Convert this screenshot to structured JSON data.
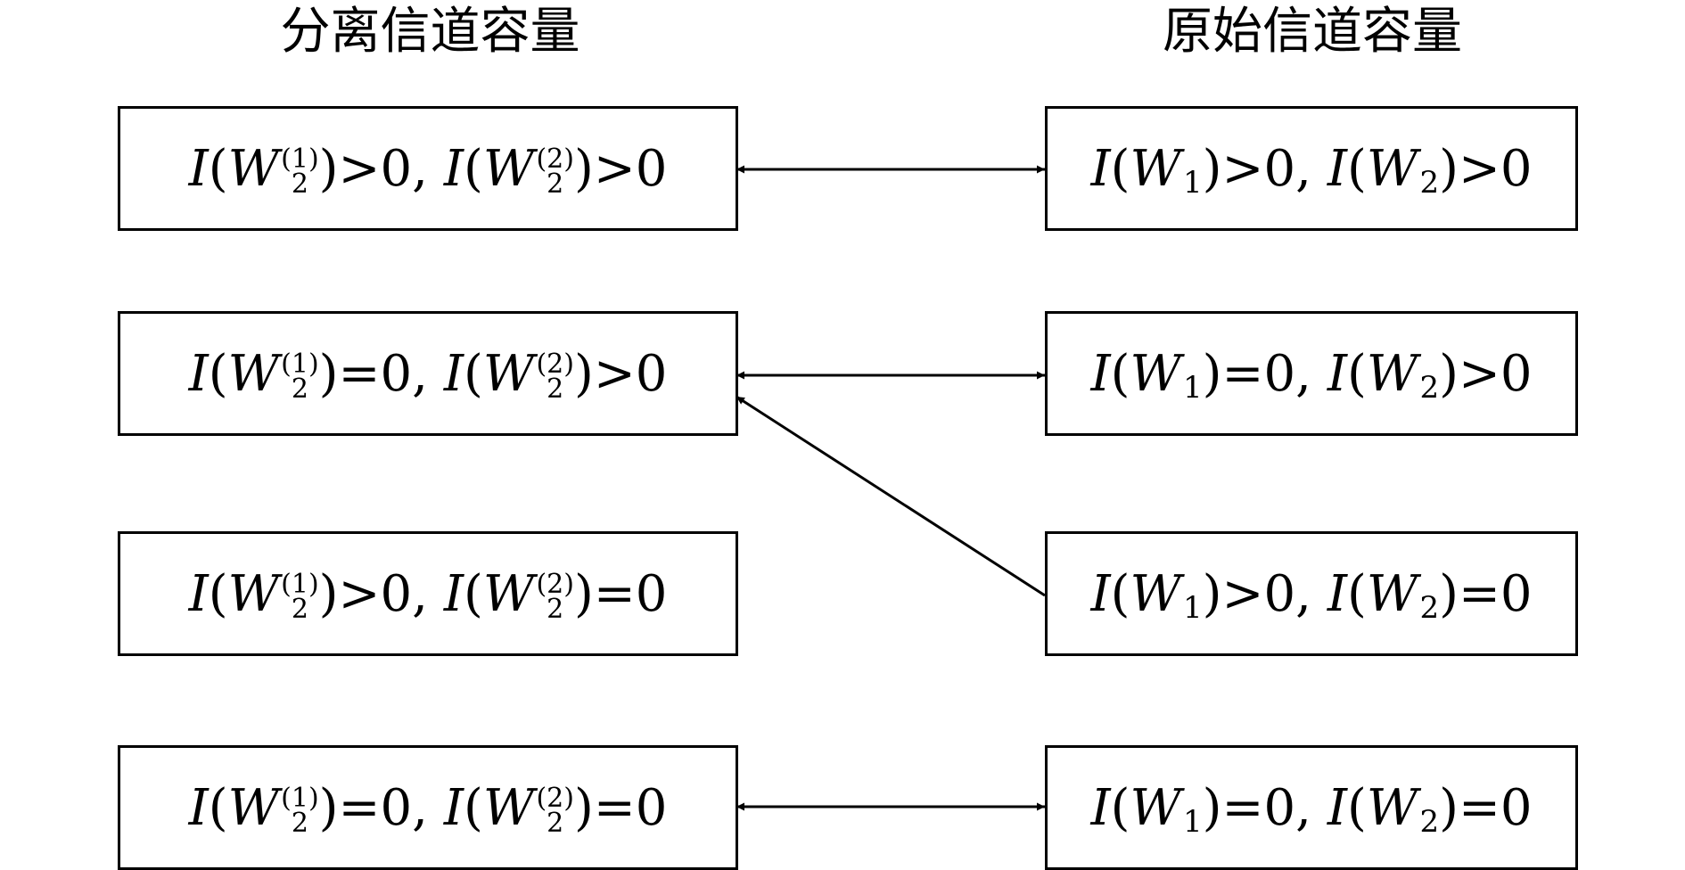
{
  "columns": {
    "left_title": "分离信道容量",
    "right_title": "原始信道容量"
  },
  "symbols": {
    "I": "I",
    "W": "W",
    "lp": "(",
    "rp": ")",
    "sep": ",",
    "split_sub": "2",
    "sup1": "(1)",
    "sup2": "(2)",
    "sub1": "1",
    "sub2": "2"
  },
  "rows": [
    {
      "left": {
        "op1": ">0",
        "op2": ">0"
      },
      "right": {
        "op1": ">0",
        "op2": ">0"
      }
    },
    {
      "left": {
        "op1": "=0",
        "op2": ">0"
      },
      "right": {
        "op1": "=0",
        "op2": ">0"
      }
    },
    {
      "left": {
        "op1": ">0",
        "op2": "=0"
      },
      "right": {
        "op1": ">0",
        "op2": "=0"
      }
    },
    {
      "left": {
        "op1": "=0",
        "op2": "=0"
      },
      "right": {
        "op1": "=0",
        "op2": "=0"
      }
    }
  ],
  "links": [
    {
      "from": "right-row-1",
      "to": "left-row-1",
      "type": "bidirectional"
    },
    {
      "from": "right-row-2",
      "to": "left-row-2",
      "type": "bidirectional"
    },
    {
      "from": "right-row-3",
      "to": "left-row-2",
      "type": "directed"
    },
    {
      "from": "right-row-4",
      "to": "left-row-4",
      "type": "bidirectional"
    }
  ]
}
